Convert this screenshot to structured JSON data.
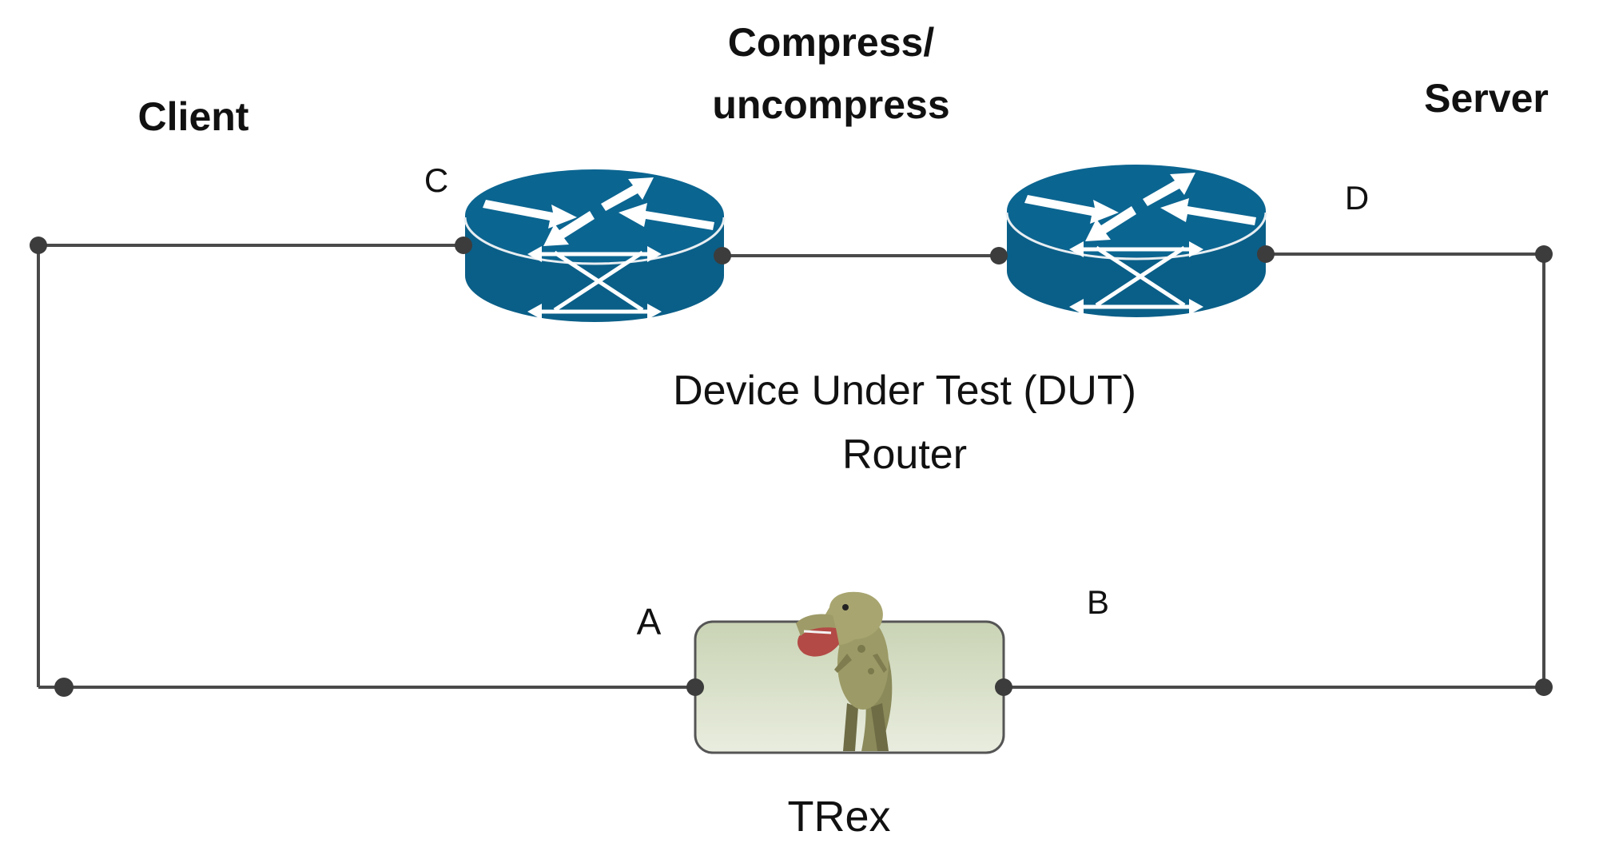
{
  "labels": {
    "client": "Client",
    "compress_line1": "Compress/",
    "compress_line2": "uncompress",
    "server": "Server",
    "port_c": "C",
    "port_d": "D",
    "port_a": "A",
    "port_b": "B",
    "dut_line1": "Device Under Test (DUT)",
    "dut_line2": "Router",
    "trex": "TRex"
  },
  "colors": {
    "line": "#4a4a4a",
    "node": "#3c3c3c",
    "router_top": "#0b6591",
    "router_body": "#0a5f88",
    "router_edge": "#e8eef2",
    "box_fill": "#d4dcc2",
    "box_stroke": "#555555"
  },
  "icons": {
    "router": "router-icon",
    "trex": "trex-dinosaur-icon"
  }
}
